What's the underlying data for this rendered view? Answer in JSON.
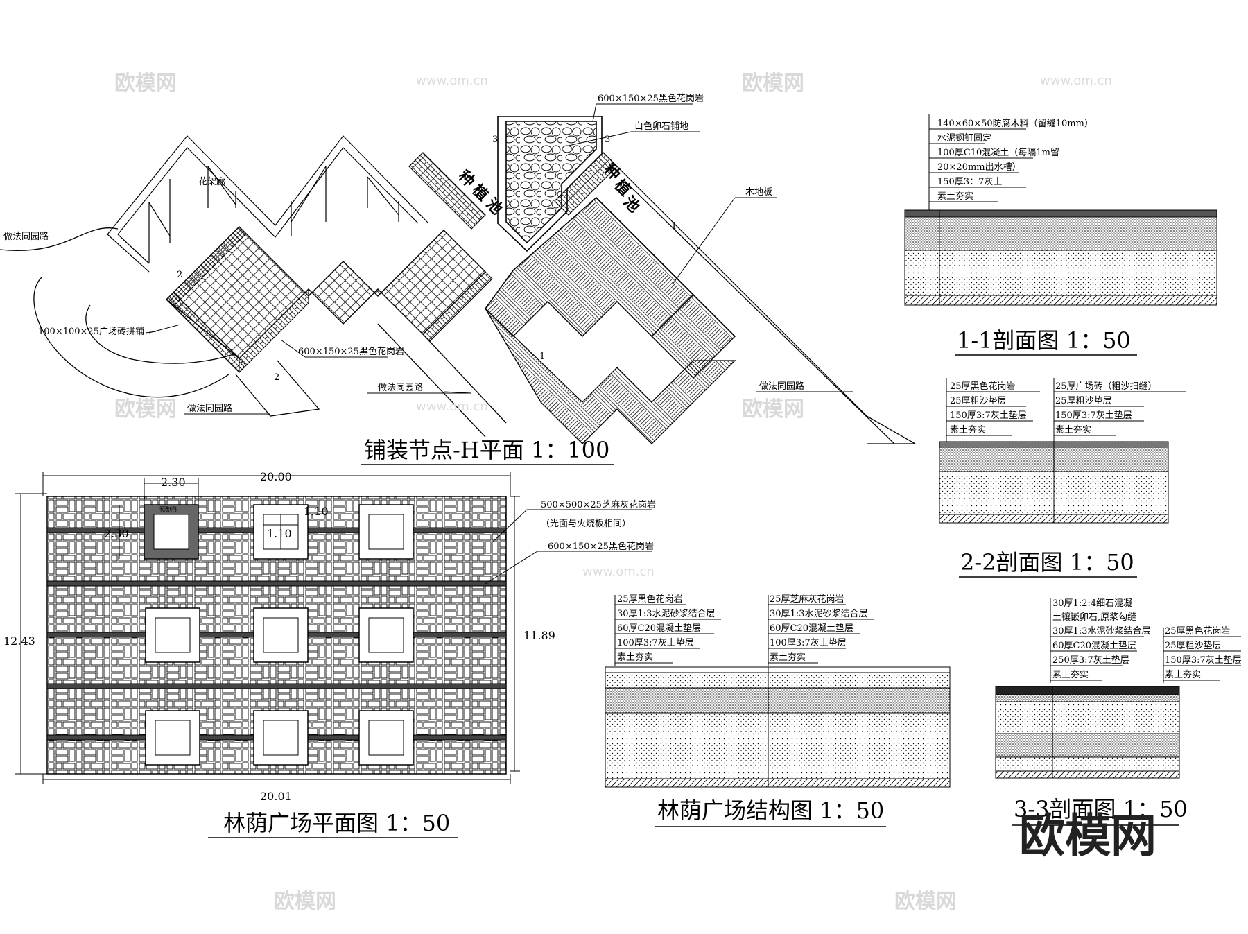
{
  "plan_h": {
    "title": "铺装节点-H平面    1：100",
    "labels": {
      "granite_top": "600×150×25黑色花岗岩",
      "pebble": "白色卵石铺地",
      "wood_floor": "木地板",
      "pergola": "花架廊",
      "road_left": "做法同园路",
      "square_brick": "100×100×25广场砖拼铺",
      "granite_mid": "600×150×25黑色花岗岩",
      "road_mid": "做法同园路",
      "road_bottom": "做法同园路",
      "road_right": "做法同园路"
    },
    "vertical_left": [
      "种",
      "植",
      "池"
    ],
    "vertical_right": [
      "种",
      "植",
      "池"
    ],
    "markers": [
      "1",
      "1",
      "2",
      "2",
      "3",
      "3"
    ]
  },
  "section_1": {
    "title": "1-1剖面图   1：50",
    "layers": [
      "140×60×50防腐木料（留缝10mm）",
      "水泥钢钉固定",
      "100厚C10混凝土（每隔1m留",
      "20×20mm出水槽）",
      "150厚3：7灰土",
      "素土夯实"
    ]
  },
  "section_2": {
    "title": "2-2剖面图   1：50",
    "layers_left": [
      "25厚黑色花岗岩",
      "25厚粗沙垫层",
      "150厚3:7灰土垫层",
      "素土夯实"
    ],
    "layers_right": [
      "25厚广场砖（粗沙扫缝）",
      "25厚粗沙垫层",
      "150厚3:7灰土垫层",
      "素土夯实"
    ]
  },
  "plaza_plan": {
    "title": "林荫广场平面图   1：50",
    "dims": {
      "top": "20.00",
      "bottom": "20.01",
      "left": "12.43",
      "right": "11.89",
      "pit_w": "2.30",
      "pit_h": "2.30",
      "pit_inner_w": "1.10",
      "pit_inner_h": "1.10"
    },
    "labels": {
      "granite_grey": "500×500×25芝麻灰花岗岩",
      "granite_grey_note": "（光面与火烧板相间）",
      "granite_black": "600×150×25黑色花岗岩",
      "tree_pit": "预制件"
    }
  },
  "plaza_structure": {
    "title": "林荫广场结构图   1：50",
    "layers_left": [
      "25厚黑色花岗岩",
      "30厚1:3水泥砂浆结合层",
      "60厚C20混凝土垫层",
      "100厚3:7灰土垫层",
      "素土夯实"
    ],
    "layers_right": [
      "25厚芝麻灰花岗岩",
      "30厚1:3水泥砂浆结合层",
      "60厚C20混凝土垫层",
      "100厚3:7灰土垫层",
      "素土夯实"
    ]
  },
  "section_3": {
    "title": "3-3剖面图   1：50",
    "layers_left": [
      "30厚1:2:4细石混凝",
      "土镶嵌卵石,原浆勾缝",
      "30厚1:3水泥砂浆结合层",
      "60厚C20混凝土垫层",
      "250厚3:7灰土垫层",
      "素土夯实"
    ],
    "layers_right": [
      "25厚黑色花岗岩",
      "25厚粗沙垫层",
      "150厚3:7灰土垫层",
      "素土夯实"
    ]
  },
  "watermark": {
    "brand": "欧模网",
    "url": "www.om.cn"
  },
  "colors": {
    "line": "#000000",
    "watermark": "#d9d9d9"
  }
}
